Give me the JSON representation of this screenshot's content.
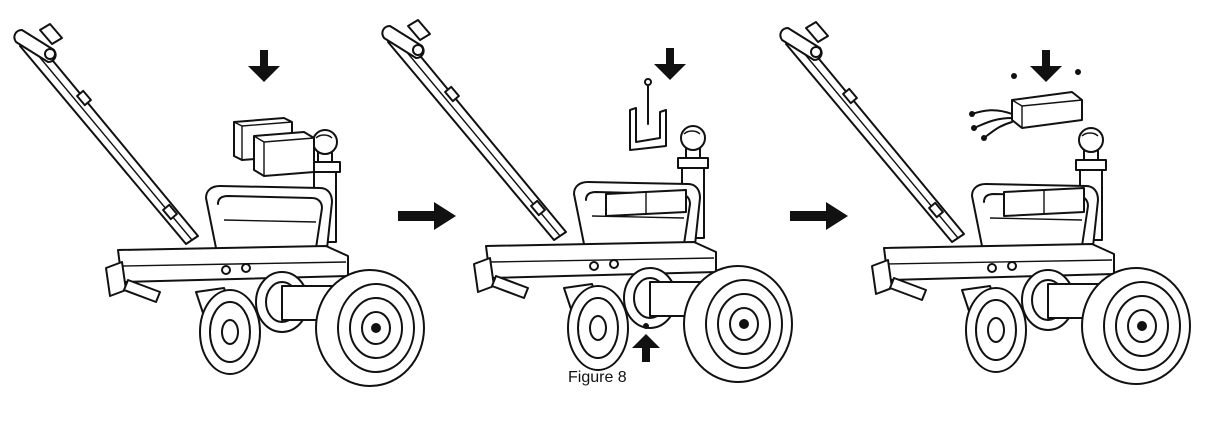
{
  "figure": {
    "caption": "Figure 8"
  },
  "colors": {
    "ink": "#111111",
    "paper": "#ffffff"
  },
  "steps": [
    {
      "id": "step-1",
      "part": "battery-pair"
    },
    {
      "id": "step-2",
      "part": "battery-bracket"
    },
    {
      "id": "step-3",
      "part": "control-box"
    }
  ]
}
